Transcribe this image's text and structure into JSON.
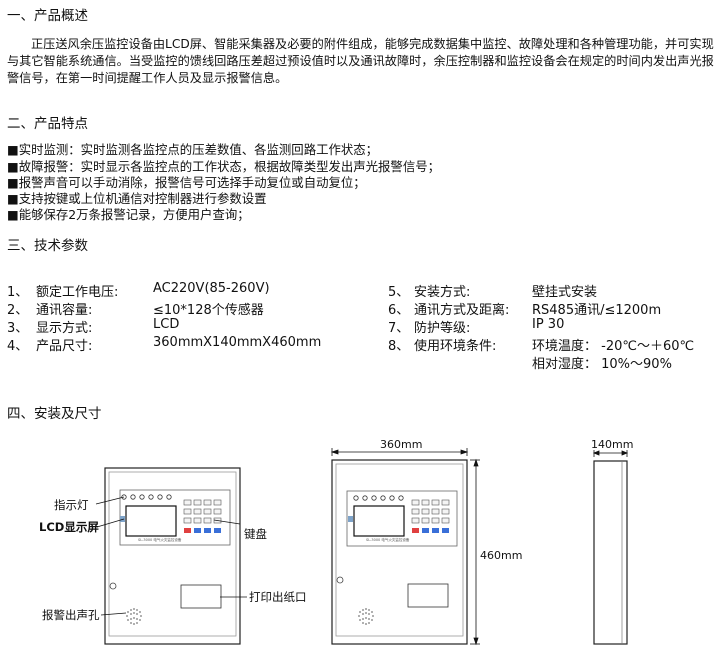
{
  "section1": {
    "title": "一、产品概述",
    "paragraph": "正压送风余压监控设备由LCD屏、智能采集器及必要的附件组成，能够完成数据集中监控、故障处理和各种管理功能，并可实现与其它智能系统通信。当受监控的馈线回路压差超过预设值时以及通讯故障时，余压控制器和监控设备会在规定的时间内发出声光报警信号，在第一时间提醒工作人员及显示报警信息。"
  },
  "section2": {
    "title": "二、产品特点",
    "items": [
      "■实时监测：实时监测各监控点的压差数值、各监测回路工作状态；",
      "■故障报警：实时显示各监控点的工作状态，根据故障类型发出声光报警信号；",
      "■报警声音可以手动消除，报警信号可选择手动复位或自动复位；",
      "■支持按键或上位机通信对控制器进行参数设置",
      "■能够保存2万条报警记录，方便用户查询；"
    ]
  },
  "section3": {
    "title": "三、技术参数",
    "left": [
      {
        "num": "1、",
        "label": "额定工作电压:",
        "value": "AC220V(85-260V)"
      },
      {
        "num": "2、",
        "label": "通讯容量:",
        "value": "≤10*128个传感器"
      },
      {
        "num": "3、",
        "label": "显示方式:",
        "value": "LCD"
      },
      {
        "num": "4、",
        "label": "产品尺寸:",
        "value": "360mmX140mmX460mm"
      }
    ],
    "right": [
      {
        "num": "5、",
        "label": "安装方式:",
        "value": "壁挂式安装"
      },
      {
        "num": "6、",
        "label": "通讯方式及距离:",
        "value": "RS485通讯/≤1200m"
      },
      {
        "num": "7、",
        "label": "防护等级:",
        "value": "IP 30"
      },
      {
        "num": "8、",
        "label": "使用环境条件:",
        "value": "环境温度： -20℃～＋60℃"
      }
    ],
    "extra": "相对湿度： 10%～90%"
  },
  "section4": {
    "title": "四、安装及尺寸",
    "labels": {
      "indicator": "指示灯",
      "lcd": "LCD显示屏",
      "keyboard": "键盘",
      "printer": "打印出纸口",
      "buzzer": "报警出声孔"
    },
    "device_caption": "SL-3000 电气火灾监控设备",
    "dims": {
      "width": "360mm",
      "height": "460mm",
      "depth": "140mm"
    }
  }
}
